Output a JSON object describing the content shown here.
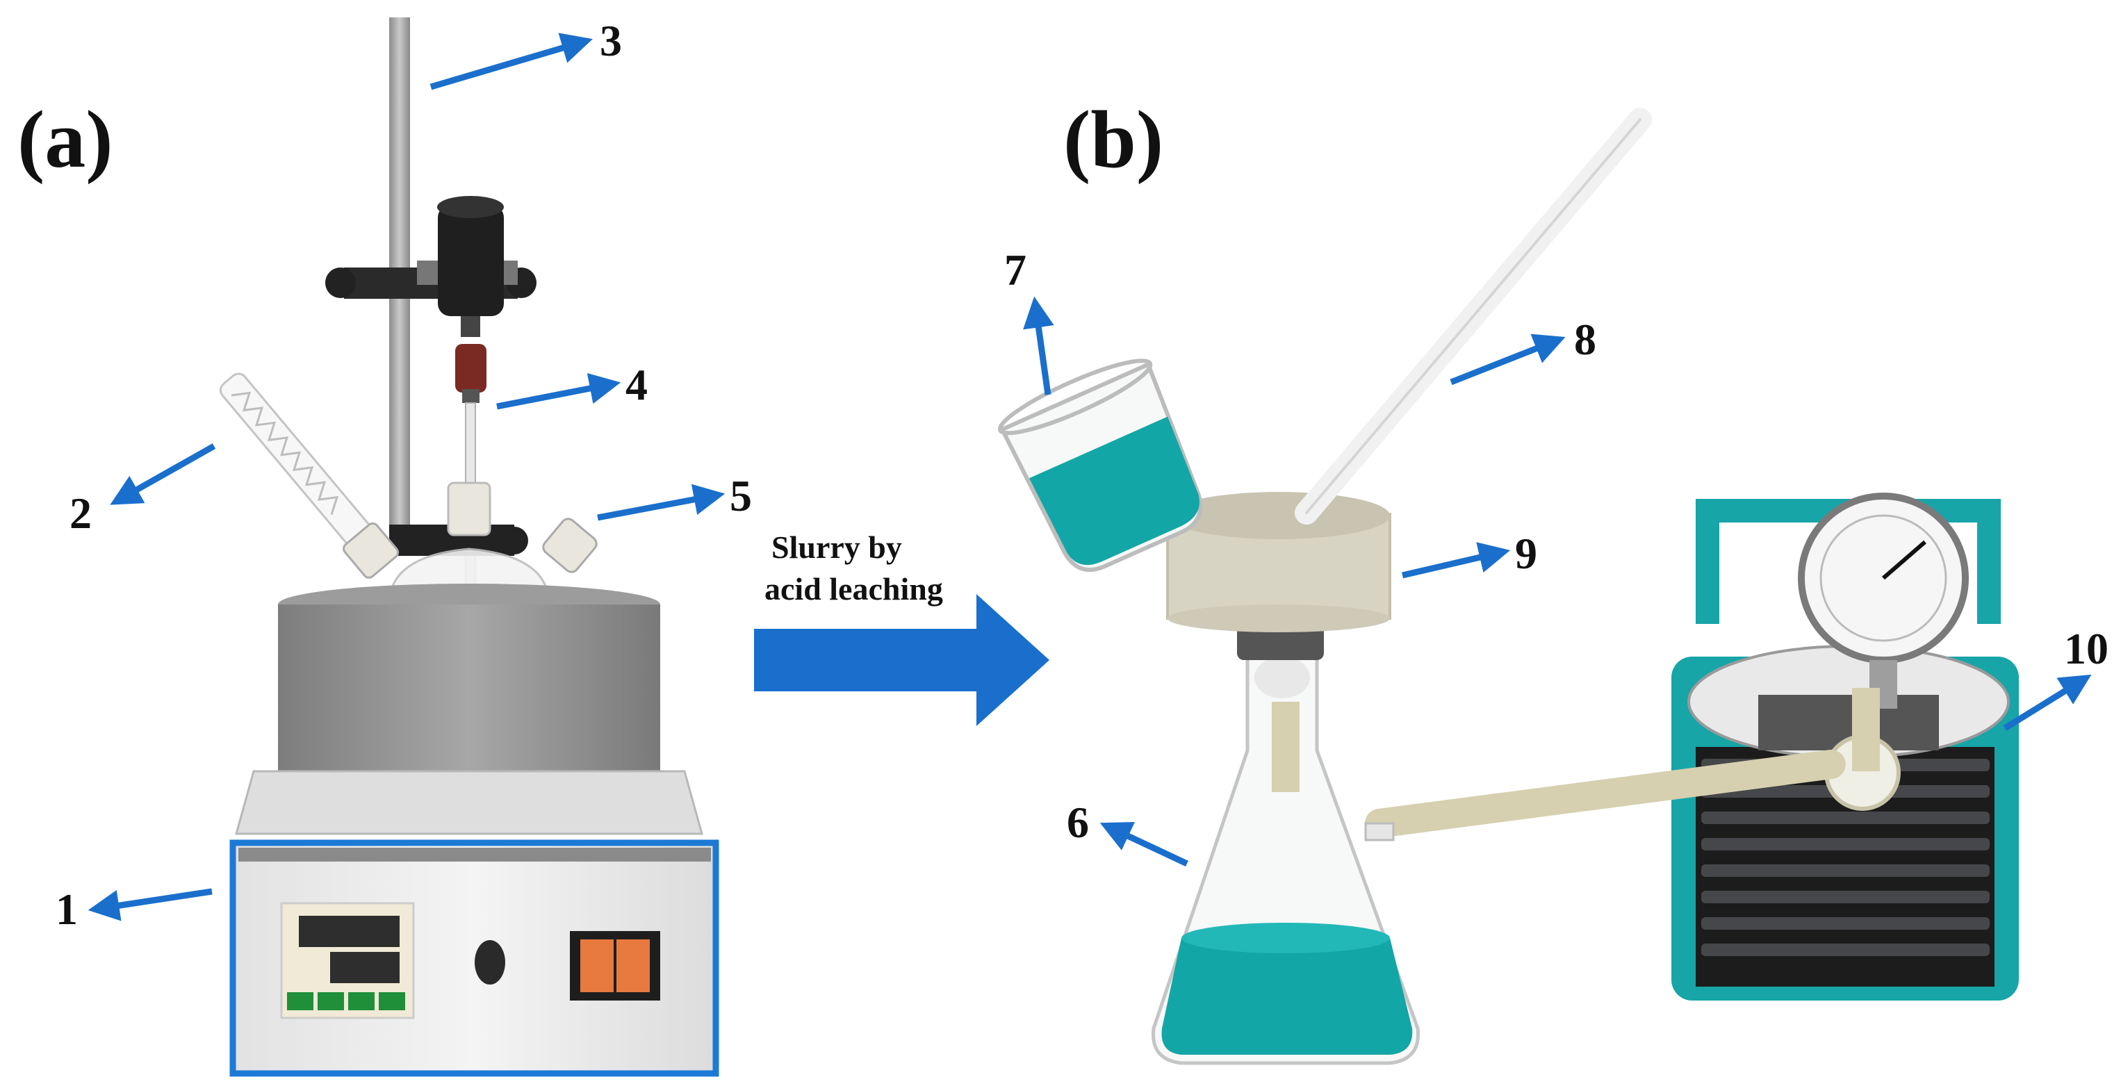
{
  "panels": {
    "a": "(a)",
    "b": "(b)"
  },
  "process_label": {
    "line1": "Slurry by",
    "line2": "acid leaching"
  },
  "callouts": [
    "1",
    "2",
    "3",
    "4",
    "5",
    "6",
    "7",
    "8",
    "9",
    "10"
  ],
  "colors": {
    "arrow": "#1a6fcc",
    "solution": "#13a6a6",
    "pump": "#17a5a8",
    "steel": "#8f8f8f",
    "funnel": "#d8d4c4"
  }
}
